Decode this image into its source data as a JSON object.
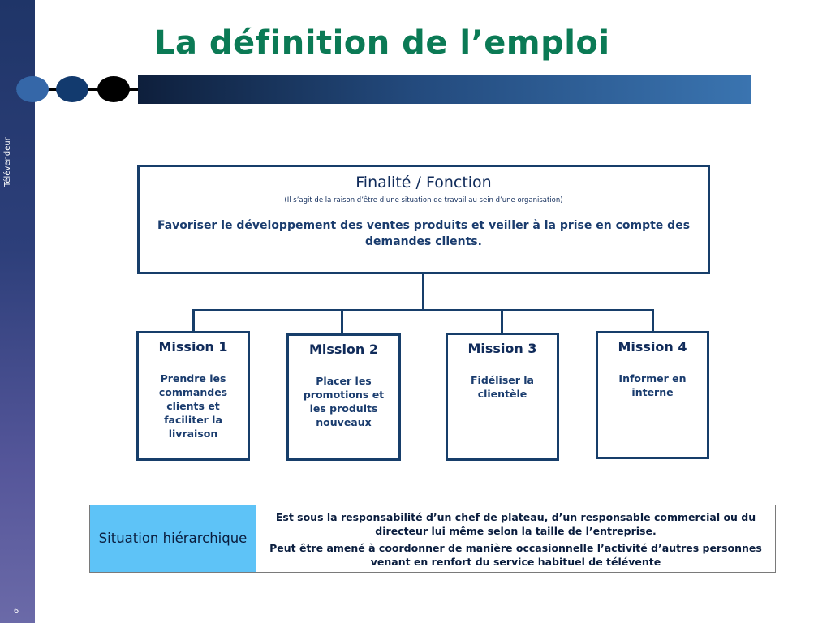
{
  "sidebar": {
    "label": "Télévendeur",
    "page_number": "6"
  },
  "slide": {
    "title": "La définition de l’emploi"
  },
  "finalite": {
    "title": "Finalité / Fonction",
    "subtitle": "(Il s’agit de la raison d’être d’une situation de travail au sein d’une organisation)",
    "description": "Favoriser le développement des ventes produits et veiller à la prise en compte des demandes clients."
  },
  "missions": [
    {
      "title": "Mission 1",
      "description": "Prendre les commandes clients et faciliter la livraison"
    },
    {
      "title": "Mission 2",
      "description": "Placer les promotions et les produits nouveaux"
    },
    {
      "title": "Mission 3",
      "description": "Fidéliser la clientèle"
    },
    {
      "title": "Mission 4",
      "description": "Informer en interne"
    }
  ],
  "situation": {
    "header": "Situation hiérarchique",
    "line1": "Est sous la responsabilité d’un chef de plateau, d’un responsable commercial ou du directeur lui même selon la taille de l’entreprise.",
    "line2": "Peut être amené à coordonner de manière occasionnelle l’activité d’autres personnes venant en renfort du service habituel de télévente"
  },
  "colors": {
    "title": "#0b7a55",
    "box_border": "#173e6a",
    "table_header": "#5ec3f7",
    "sidebar": "#2d3f7a"
  }
}
